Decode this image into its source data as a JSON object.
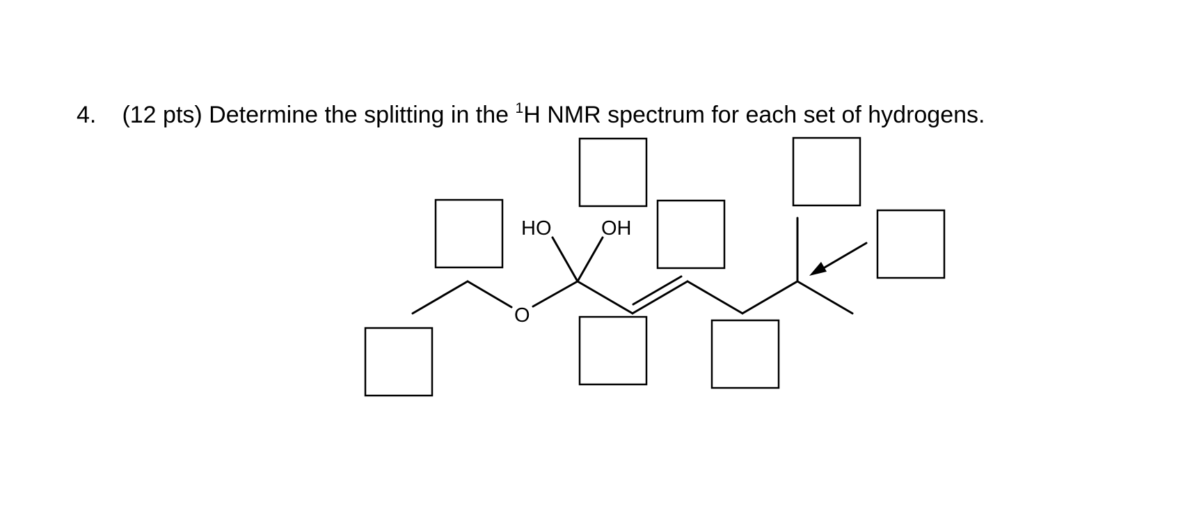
{
  "question": {
    "number": "4.",
    "points": "(12 pts)",
    "text_before": "Determine the splitting in the ",
    "superscript": "1",
    "text_after": "H NMR spectrum for each set of hydrogens."
  },
  "molecule": {
    "atom_labels": {
      "ho_left": "HO",
      "oh_right": "OH",
      "ether_oxygen": "O"
    },
    "answer_boxes": [
      "",
      "",
      "",
      "",
      "",
      "",
      "",
      ""
    ]
  }
}
